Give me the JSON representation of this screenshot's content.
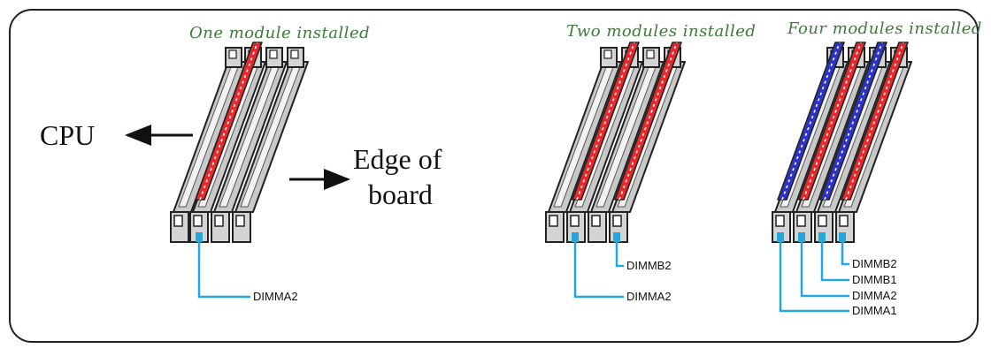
{
  "captions": {
    "one": "One module installed",
    "two": "Two modules installed",
    "four": "Four modules installed"
  },
  "directions": {
    "cpu": "CPU",
    "edge_line1": "Edge of",
    "edge_line2": "board"
  },
  "slot_labels": {
    "dimma1": "DIMMA1",
    "dimma2": "DIMMA2",
    "dimmb1": "DIMMB1",
    "dimmb2": "DIMMB2"
  },
  "colors": {
    "module_red": "#e8282b",
    "module_blue": "#2e33c8",
    "leader_line": "#22a8df",
    "slot_gray": "#c9c9c9",
    "caption_green": "#3d7a3a"
  },
  "configurations": [
    {
      "name": "one-module",
      "modules": [
        "DIMMA2"
      ]
    },
    {
      "name": "two-modules",
      "modules": [
        "DIMMA2",
        "DIMMB2"
      ]
    },
    {
      "name": "four-modules",
      "modules": [
        "DIMMA1",
        "DIMMA2",
        "DIMMB1",
        "DIMMB2"
      ]
    }
  ]
}
